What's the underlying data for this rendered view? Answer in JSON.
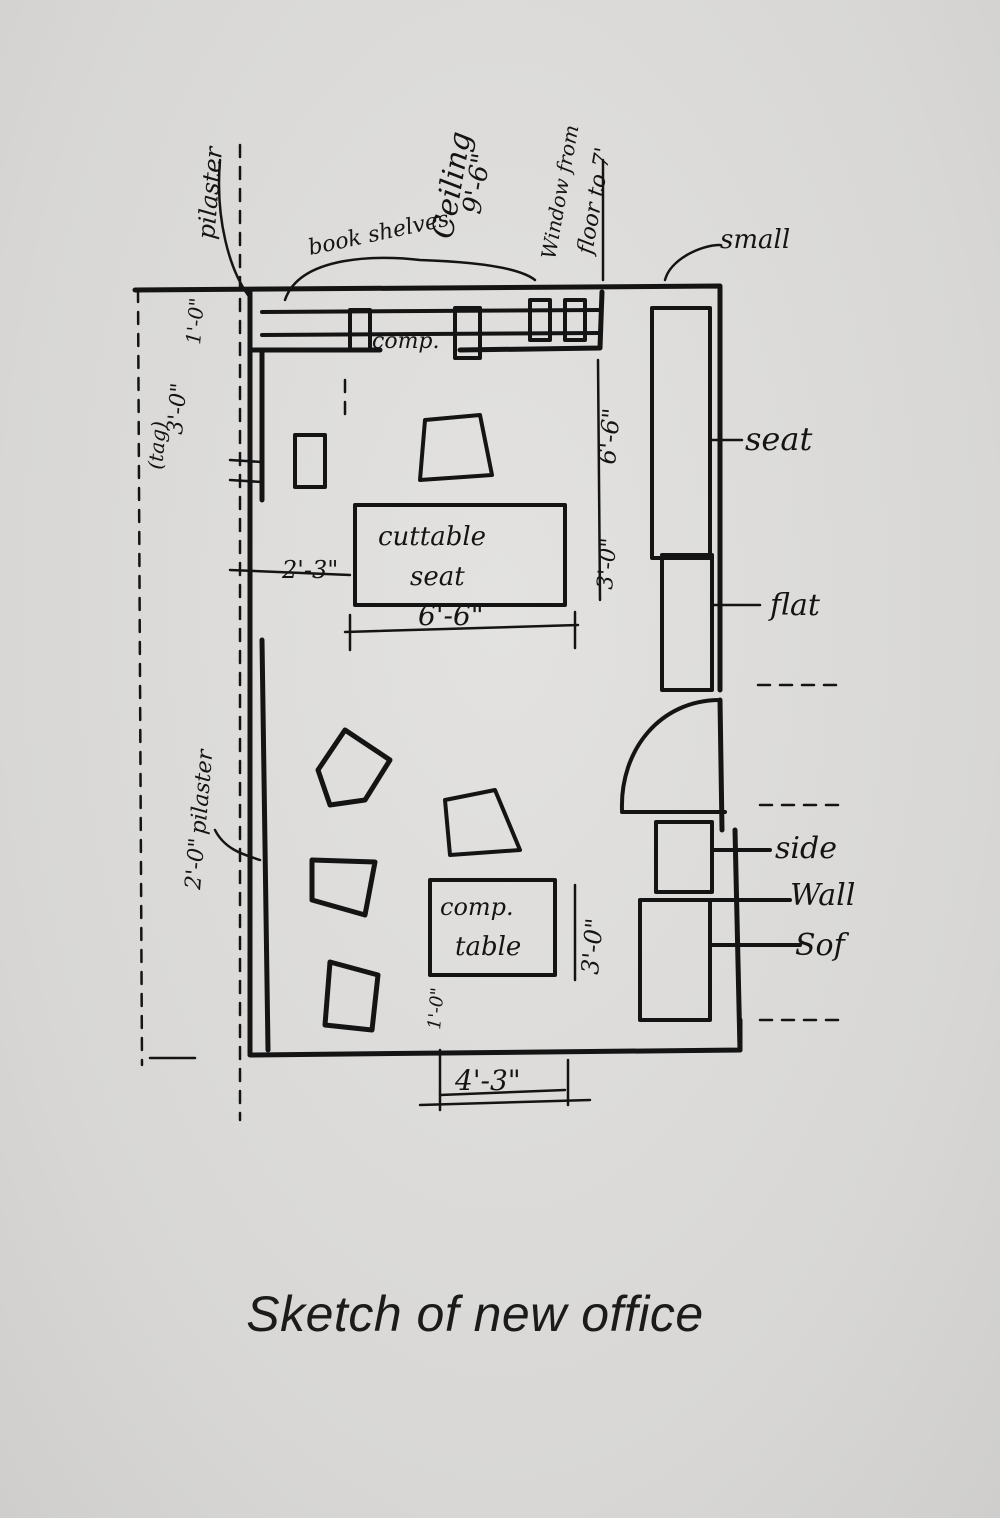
{
  "caption": "Sketch of new office",
  "annotations": {
    "pilaster_top": "pilaster",
    "book_shelves": "book shelves",
    "ceiling_label": "Ceiling",
    "ceiling_height": "9'-6\"",
    "window_label": "Window from",
    "window_range": "floor to 7'",
    "small": "small",
    "seat": "seat",
    "computer": "comp.",
    "cuttable_top": "cuttable",
    "cuttable_bottom": "seat",
    "flat": "flat",
    "side": "side",
    "wall": "Wall",
    "sofa": "Sof",
    "comp_table_top": "comp.",
    "comp_table_bottom": "table",
    "pilaster_left": "pilaster"
  },
  "dimensions": {
    "top_left_vertical": "3'-0\"",
    "top_left_sub": "(tag)",
    "top_left_small": "1'-0\"",
    "right_of_table_upper": "6'-6\"",
    "right_of_table_lower": "3'-0\"",
    "left_of_table": "2'-3\"",
    "table_width": "6'-6\"",
    "pilaster_dim": "2'-0\"",
    "comp_table_right": "3'-0\"",
    "small_left_bottom": "1'-0\"",
    "bottom_width": "4'-3\""
  }
}
